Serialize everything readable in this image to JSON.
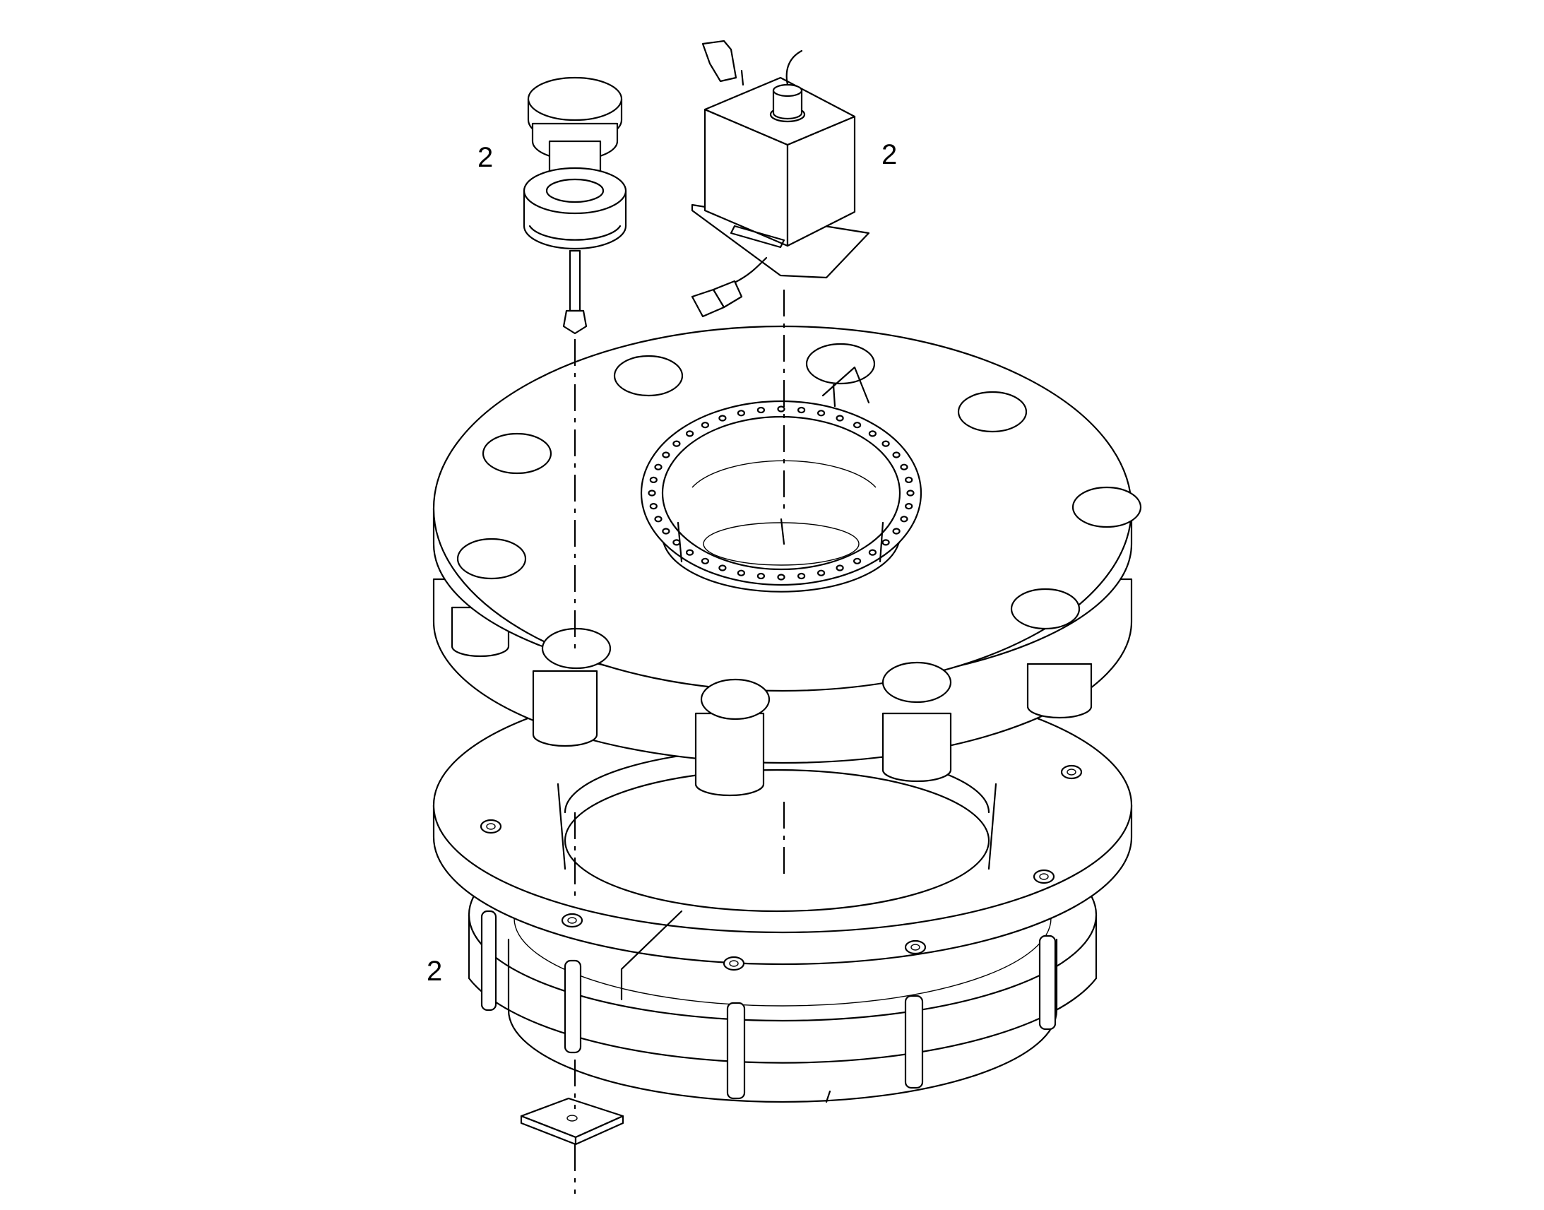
{
  "callouts": {
    "sensor_post": "2",
    "junction_box": "2",
    "base_frame": "2"
  },
  "colors": {
    "line": "#000000",
    "background": "#ffffff"
  }
}
